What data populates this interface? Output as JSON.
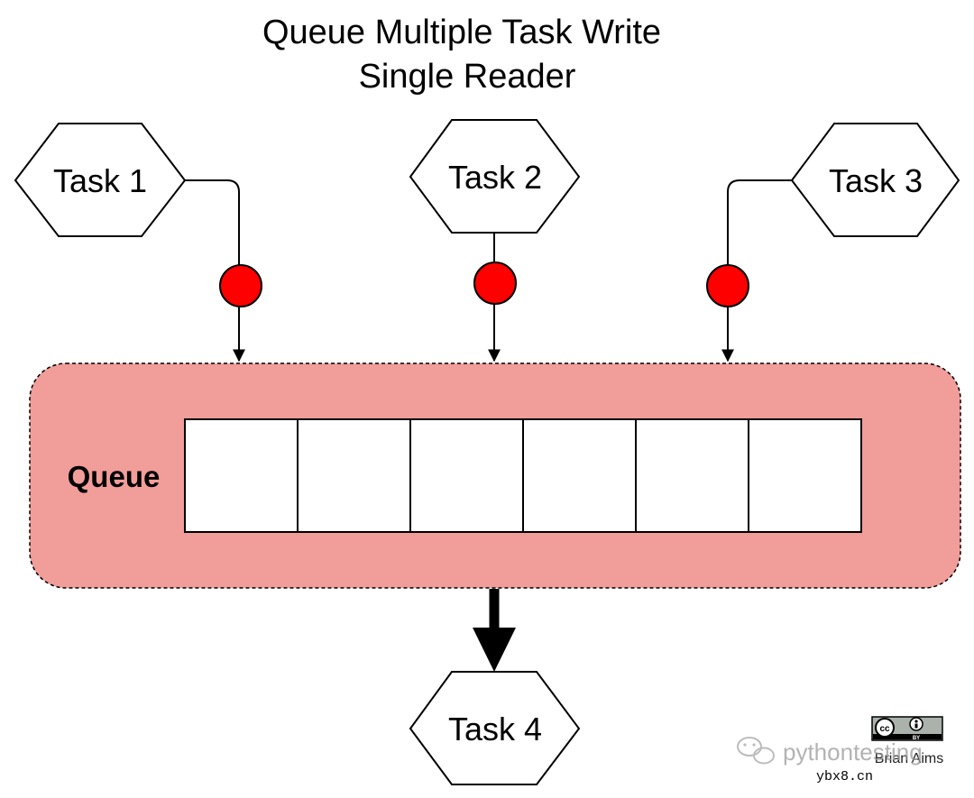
{
  "title": {
    "line1": "Queue Multiple Task Write",
    "line2": "Single Reader"
  },
  "tasks": [
    {
      "label": "Task 1"
    },
    {
      "label": "Task 2"
    },
    {
      "label": "Task 3"
    },
    {
      "label": "Task 4"
    }
  ],
  "queue": {
    "label": "Queue",
    "slot_count": 6
  },
  "license_badge": {
    "cc": "cc",
    "by": "BY",
    "author": "Brian Aims"
  },
  "watermark": {
    "text": "pythontesting",
    "site": "ybx8.cn"
  },
  "colors": {
    "queue_fill": "#f19d9a",
    "marker_fill": "#ff0000",
    "slot_fill": "#ffffff",
    "stroke": "#000000"
  }
}
